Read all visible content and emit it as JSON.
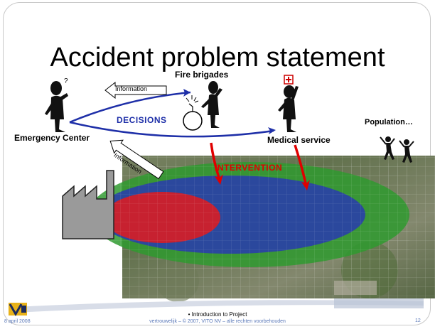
{
  "slide": {
    "title": "Accident problem statement",
    "labels": {
      "fire_brigades": "Fire brigades",
      "population": "Population…",
      "emergency_center": "Emergency Center",
      "medical_service": "Medical service",
      "decisions": "DECISIONS",
      "intervention": "INTERVENTION",
      "information_top": "Information",
      "information_bottom": "Information"
    },
    "colors": {
      "outer_zone": "#2f9a2f",
      "middle_zone": "#2a3fa8",
      "inner_zone": "#d0202a",
      "decision_arrow": "#1e2fa8",
      "intervention_arrow": "#e00000",
      "accent_footer": "#5a78b8"
    },
    "icons": [
      "thinking-person-icon",
      "bomb-icon",
      "medic-person-icon",
      "dancing-people-icon",
      "factory-icon",
      "logo-icon"
    ]
  },
  "footer": {
    "bullet": "• Introduction to Project",
    "date": "8 april 2008",
    "copyright": "vertrouwelijk – © 2007, VITO NV – alle rechten voorbehouden",
    "page": "12"
  }
}
